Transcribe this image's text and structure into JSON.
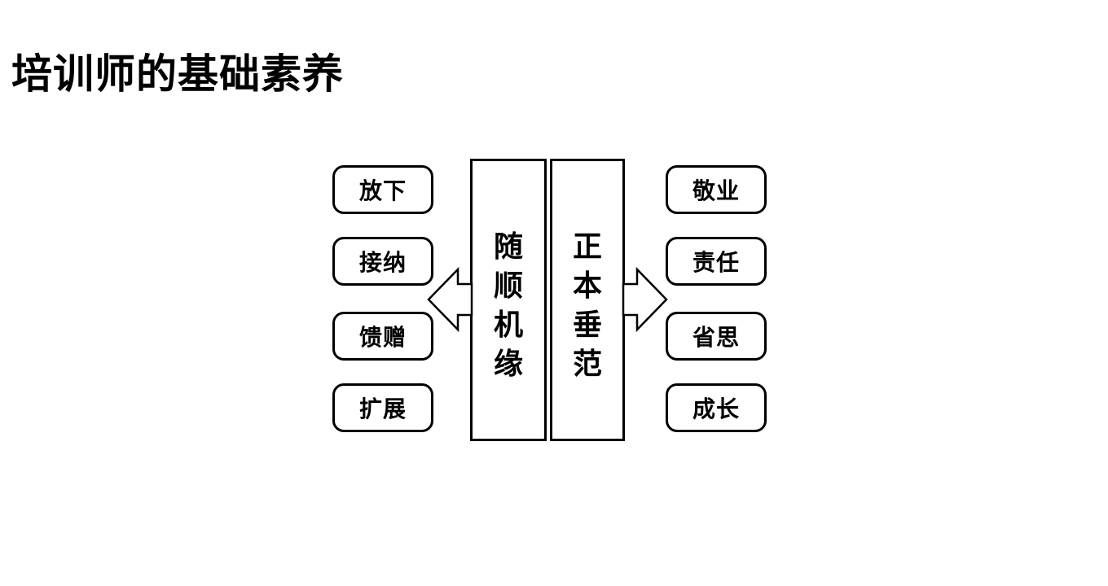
{
  "slide": {
    "title": "培训师的基础素养"
  },
  "diagram": {
    "center_left": "随顺机缘",
    "center_right": "正本垂范",
    "left_items": [
      "放下",
      "接纳",
      "馈赠",
      "扩展"
    ],
    "right_items": [
      "敬业",
      "责任",
      "省思",
      "成长"
    ]
  },
  "icons": {
    "left_arrow": "block-arrow-left",
    "right_arrow": "block-arrow-right"
  },
  "colors": {
    "background": "#ffffff",
    "stroke": "#000000",
    "text": "#000000"
  }
}
